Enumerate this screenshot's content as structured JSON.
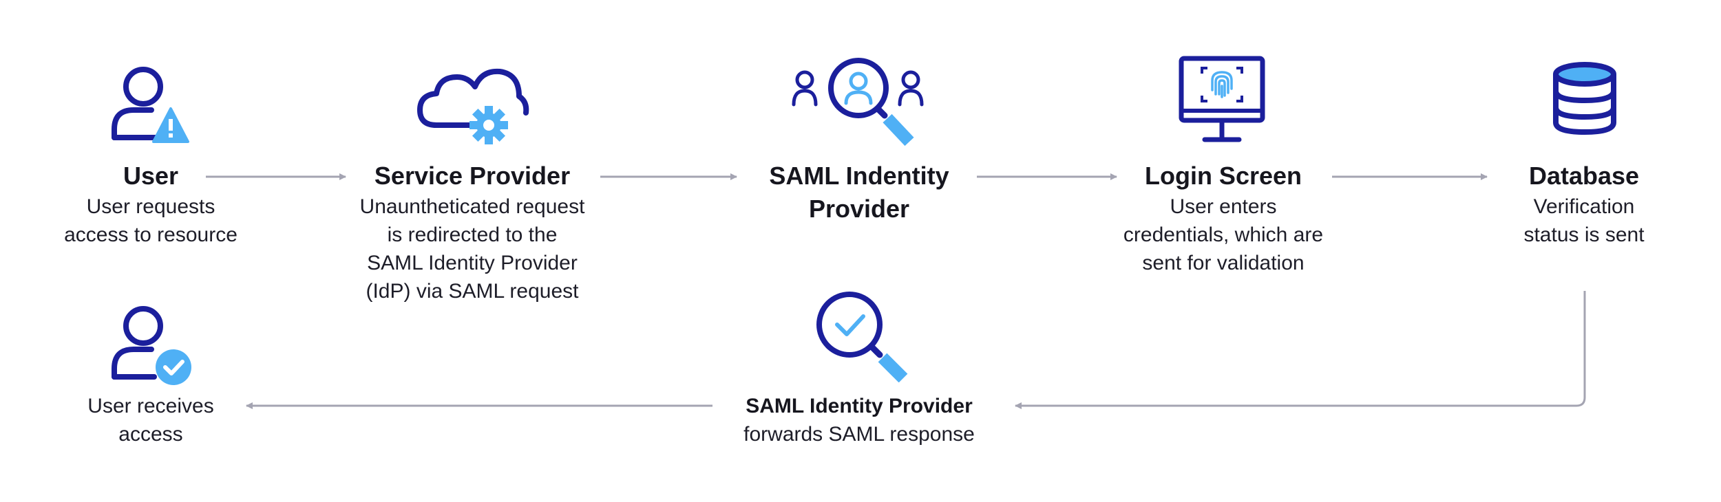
{
  "colors": {
    "navy": "#1b1f9c",
    "light_blue": "#4fb0f5",
    "arrow_gray": "#a4a4b2",
    "text": "#1d1d28"
  },
  "steps": [
    {
      "icon": "user-warning-icon",
      "title": "User",
      "description": [
        "User requests",
        "access to resource"
      ]
    },
    {
      "icon": "cloud-gear-icon",
      "title": "Service Provider",
      "description": [
        "Unauntheticated request",
        "is redirected to the",
        "SAML Identity Provider",
        "(IdP) via SAML request"
      ]
    },
    {
      "icon": "users-magnifier-icon",
      "title": [
        "SAML Indentity",
        "Provider"
      ],
      "description": []
    },
    {
      "icon": "monitor-fingerprint-icon",
      "title": "Login Screen",
      "description": [
        "User enters",
        "credentials, which are",
        "sent for validation"
      ]
    },
    {
      "icon": "database-icon",
      "title": "Database",
      "description": [
        "Verification",
        "status is sent"
      ]
    }
  ],
  "return_steps": [
    {
      "icon": "magnifier-check-icon",
      "title": "SAML Identity Provider",
      "description": [
        "forwards SAML response"
      ]
    },
    {
      "icon": "user-check-icon",
      "title": "",
      "description": [
        "User receives",
        "access"
      ]
    }
  ]
}
